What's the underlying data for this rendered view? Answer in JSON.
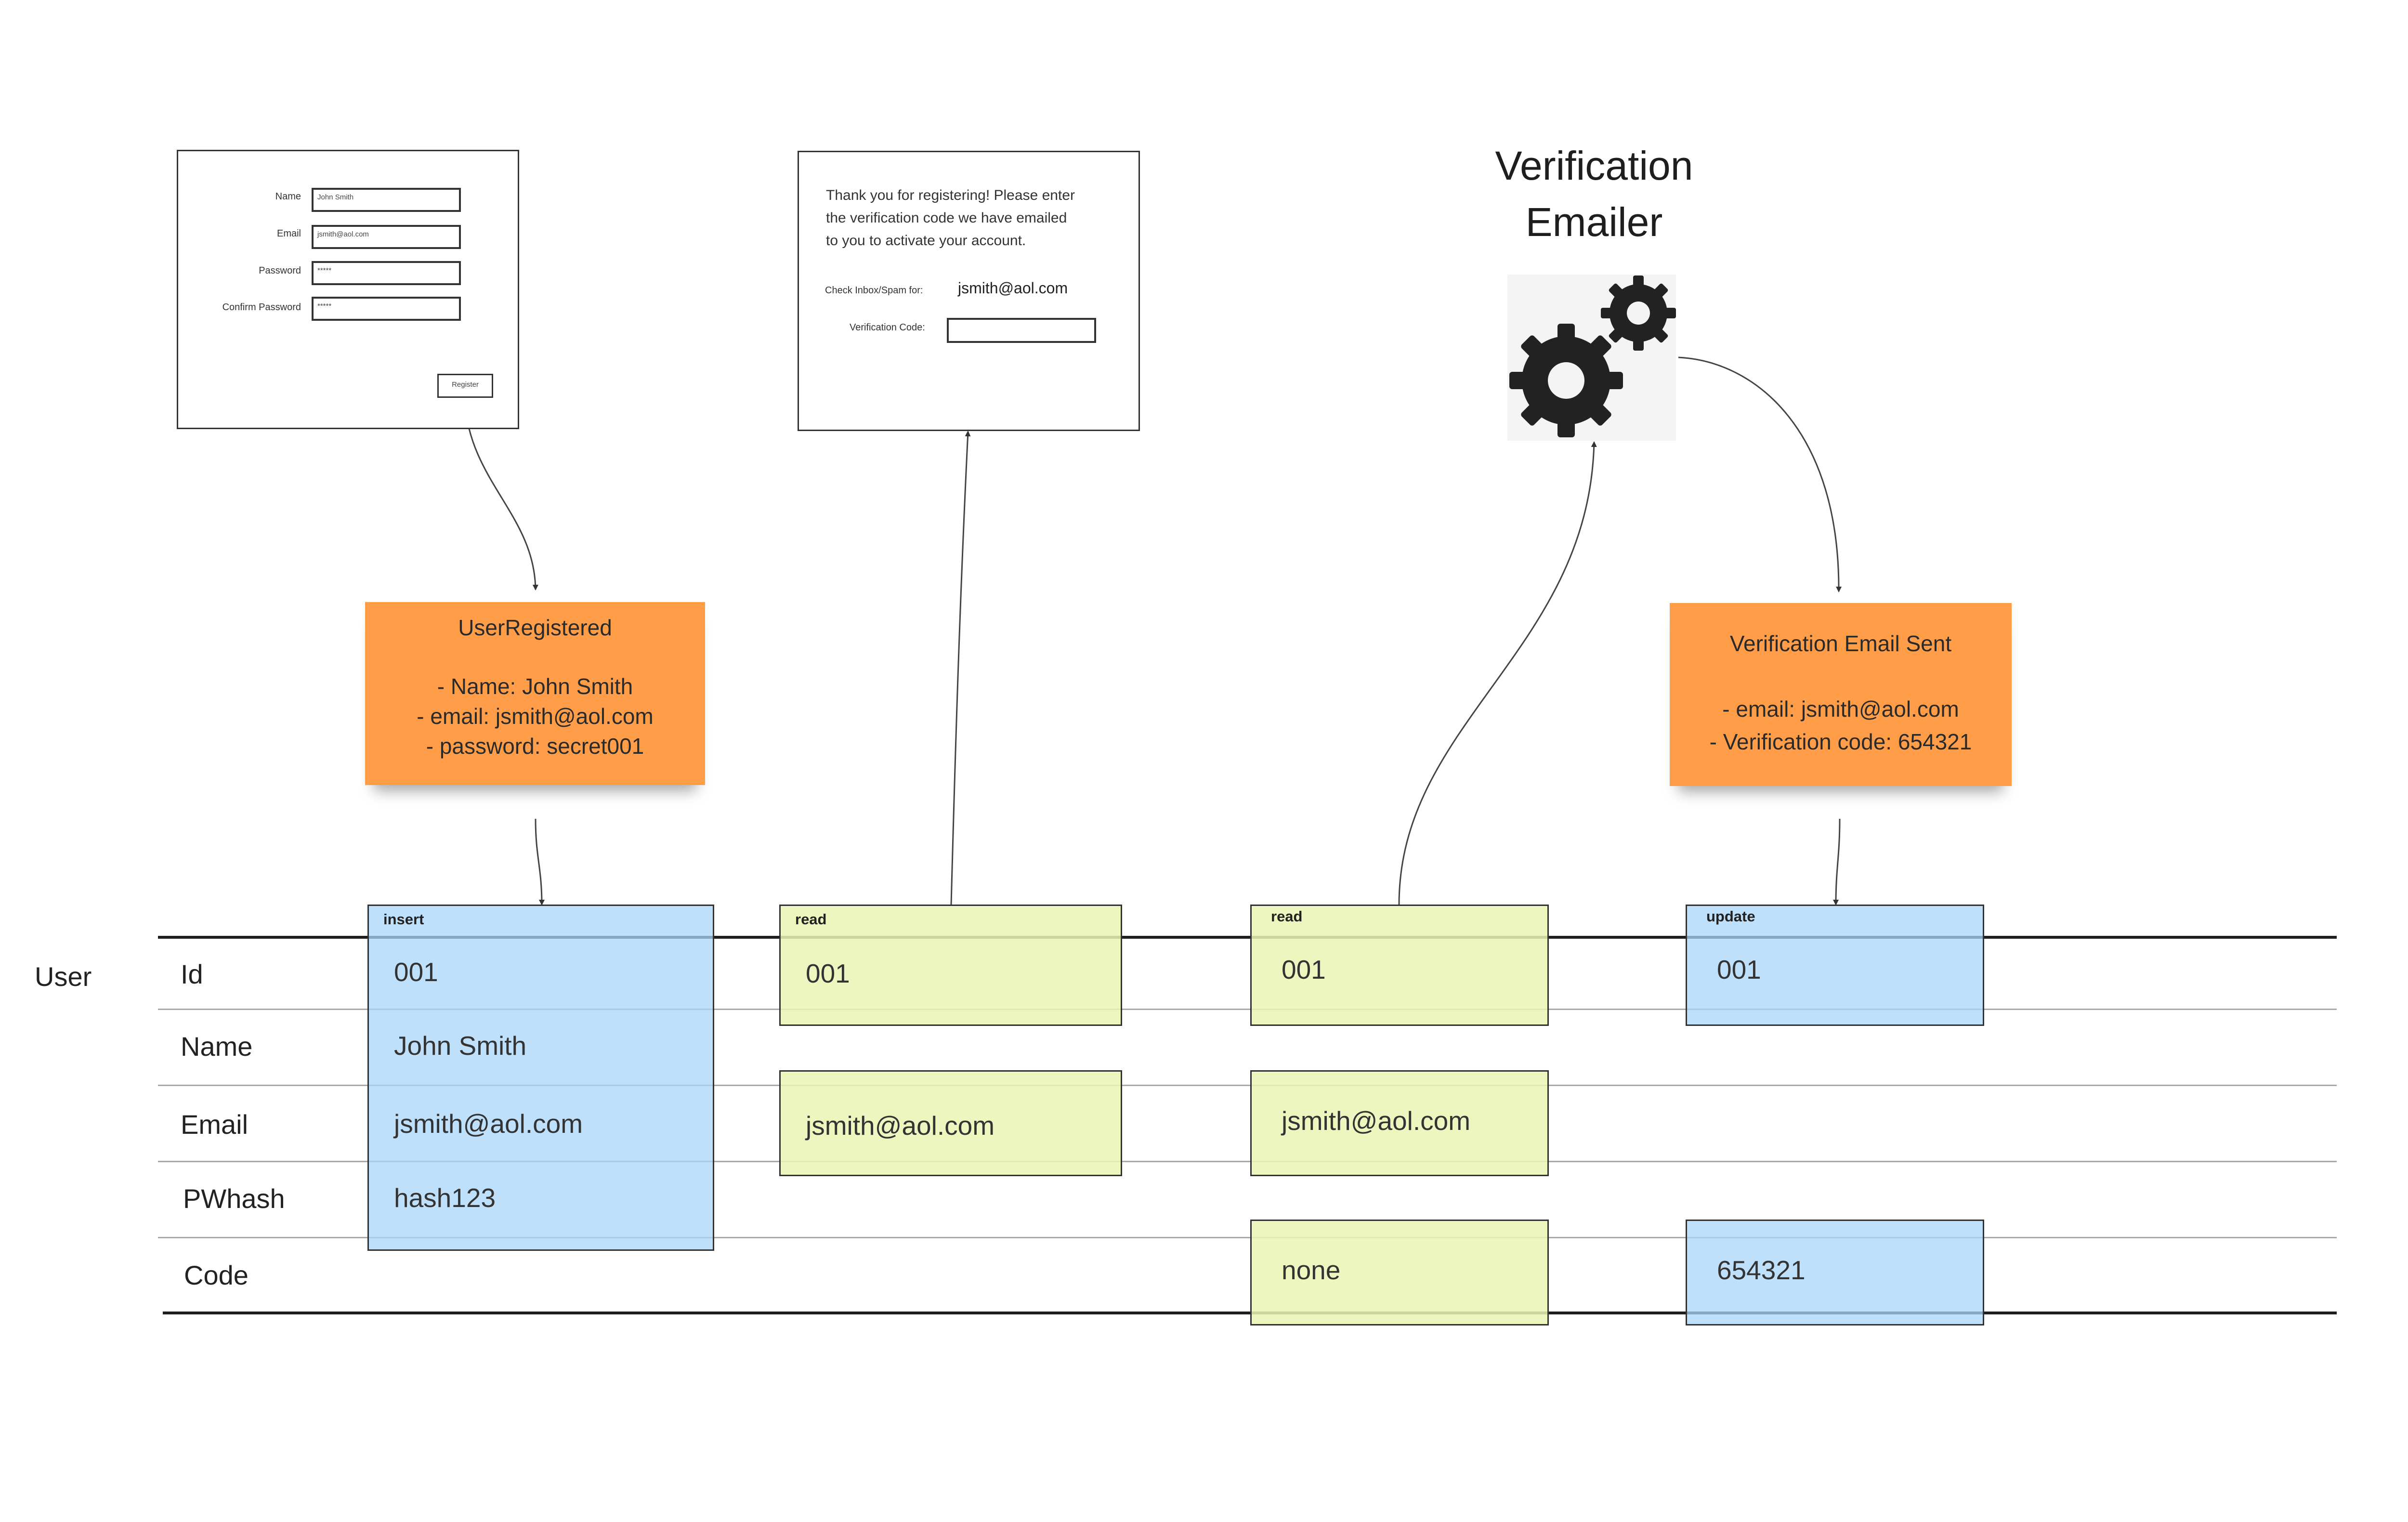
{
  "registration_form": {
    "fields": [
      {
        "label": "Name",
        "value": "John Smith"
      },
      {
        "label": "Email",
        "value": "jsmith@aol.com"
      },
      {
        "label": "Password",
        "value": "*****"
      },
      {
        "label": "Confirm Password",
        "value": "*****"
      }
    ],
    "button": "Register"
  },
  "verification_screen": {
    "message_lines": [
      "Thank you for registering! Please enter",
      "the verification code we have emailed",
      "to you to activate your account."
    ],
    "check_label": "Check Inbox/Spam for:",
    "check_value": "jsmith@aol.com",
    "code_label": "Verification Code:",
    "code_value": ""
  },
  "service": {
    "title_lines": [
      "Verification",
      "Emailer"
    ],
    "icon": "gears-icon"
  },
  "events": {
    "user_registered": {
      "title": "UserRegistered",
      "lines": [
        "- Name: John Smith",
        "- email: jsmith@aol.com",
        "- password: secret001"
      ]
    },
    "verification_email_sent": {
      "title": "Verification Email Sent",
      "lines": [
        "- email: jsmith@aol.com",
        "- Verification code: 654321"
      ]
    }
  },
  "table": {
    "entity": "User",
    "rows": [
      "Id",
      "Name",
      "Email",
      "PWhash",
      "Code"
    ]
  },
  "columns": {
    "insert": {
      "op": "insert",
      "id": "001",
      "name": "John Smith",
      "email": "jsmith@aol.com",
      "pwhash": "hash123"
    },
    "read1": {
      "op": "read",
      "id": "001",
      "email": "jsmith@aol.com"
    },
    "read2": {
      "op": "read",
      "id": "001",
      "email": "jsmith@aol.com",
      "code": "none"
    },
    "update": {
      "op": "update",
      "id": "001",
      "code": "654321"
    }
  },
  "colors": {
    "sticky": "#ff9d48",
    "write_column": "#aad5f8",
    "read_column": "#eaf5b4"
  }
}
